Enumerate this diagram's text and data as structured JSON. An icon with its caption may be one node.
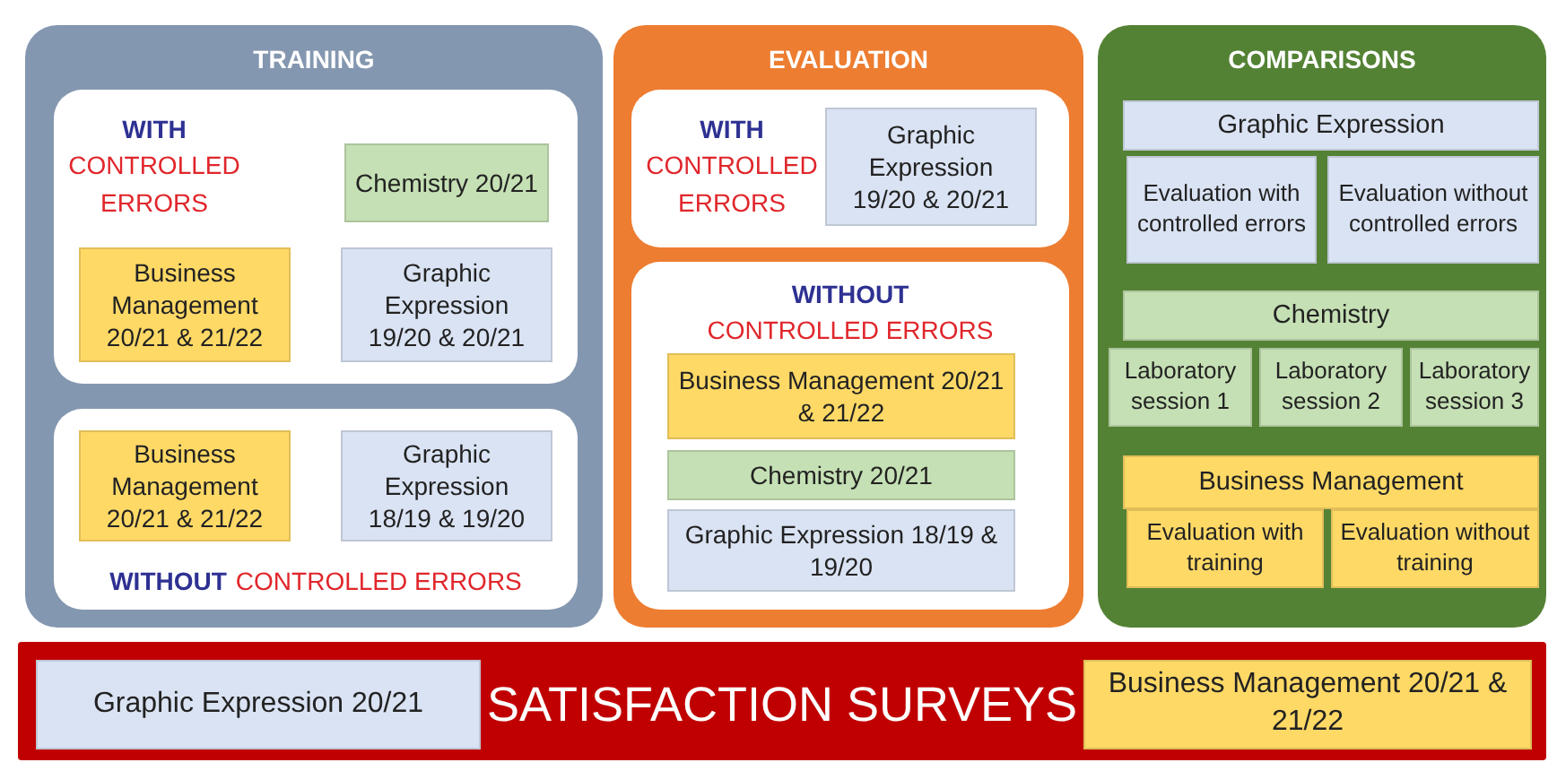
{
  "diagram": {
    "nodes": [
      {
        "text": [
          "TRAINING"
        ]
      },
      {
        "text": [
          "WITH",
          "CONTROLLED ERRORS"
        ],
        "in": 0
      },
      {
        "text": [
          "Chemistry 20/21"
        ],
        "in": 1
      },
      {
        "text": [
          "Business Management 20/21 & 21/22"
        ],
        "in": 1
      },
      {
        "text": [
          "Graphic Expression 19/20 & 20/21"
        ],
        "in": 1
      },
      {
        "text": [
          "WITHOUT",
          "CONTROLLED ERRORS"
        ],
        "in": 0
      },
      {
        "text": [
          "Business Management 20/21 & 21/22"
        ],
        "in": 5
      },
      {
        "text": [
          "Graphic Expression 18/19 & 19/20"
        ],
        "in": 5
      },
      {
        "text": [
          "EVALUATION"
        ]
      },
      {
        "text": [
          "WITH",
          "CONTROLLED ERRORS"
        ],
        "in": 8
      },
      {
        "text": [
          "Graphic Expression 19/20 & 20/21"
        ],
        "in": 9
      },
      {
        "text": [
          "WITHOUT",
          "CONTROLLED ERRORS"
        ],
        "in": 8
      },
      {
        "text": [
          "Business Management 20/21 & 21/22"
        ],
        "in": 11
      },
      {
        "text": [
          "Chemistry 20/21"
        ],
        "in": 11
      },
      {
        "text": [
          "Graphic Expression 18/19 & 19/20"
        ],
        "in": 11
      },
      {
        "text": [
          "COMPARISONS"
        ]
      },
      {
        "text": [
          "Graphic Expression"
        ],
        "in": 15
      },
      {
        "text": [
          "Evaluation with controlled errors"
        ],
        "in": 15
      },
      {
        "text": [
          "Evaluation without controlled errors"
        ],
        "in": 15
      },
      {
        "text": [
          "Chemistry"
        ],
        "in": 15
      },
      {
        "text": [
          "Laboratory session 1"
        ],
        "in": 15
      },
      {
        "text": [
          "Laboratory session 2"
        ],
        "in": 15
      },
      {
        "text": [
          "Laboratory session 3"
        ],
        "in": 15
      },
      {
        "text": [
          "Business Management"
        ],
        "in": 15
      },
      {
        "text": [
          "Evaluation with training"
        ],
        "in": 15
      },
      {
        "text": [
          "Evaluation without training"
        ],
        "in": 15
      },
      {
        "text": [
          "SATISFACTION SURVEYS"
        ]
      },
      {
        "text": [
          "Graphic Expression 20/21"
        ],
        "in": 26
      },
      {
        "text": [
          "Business Management 20/21 & 21/22"
        ],
        "in": 26
      }
    ],
    "edges": []
  }
}
